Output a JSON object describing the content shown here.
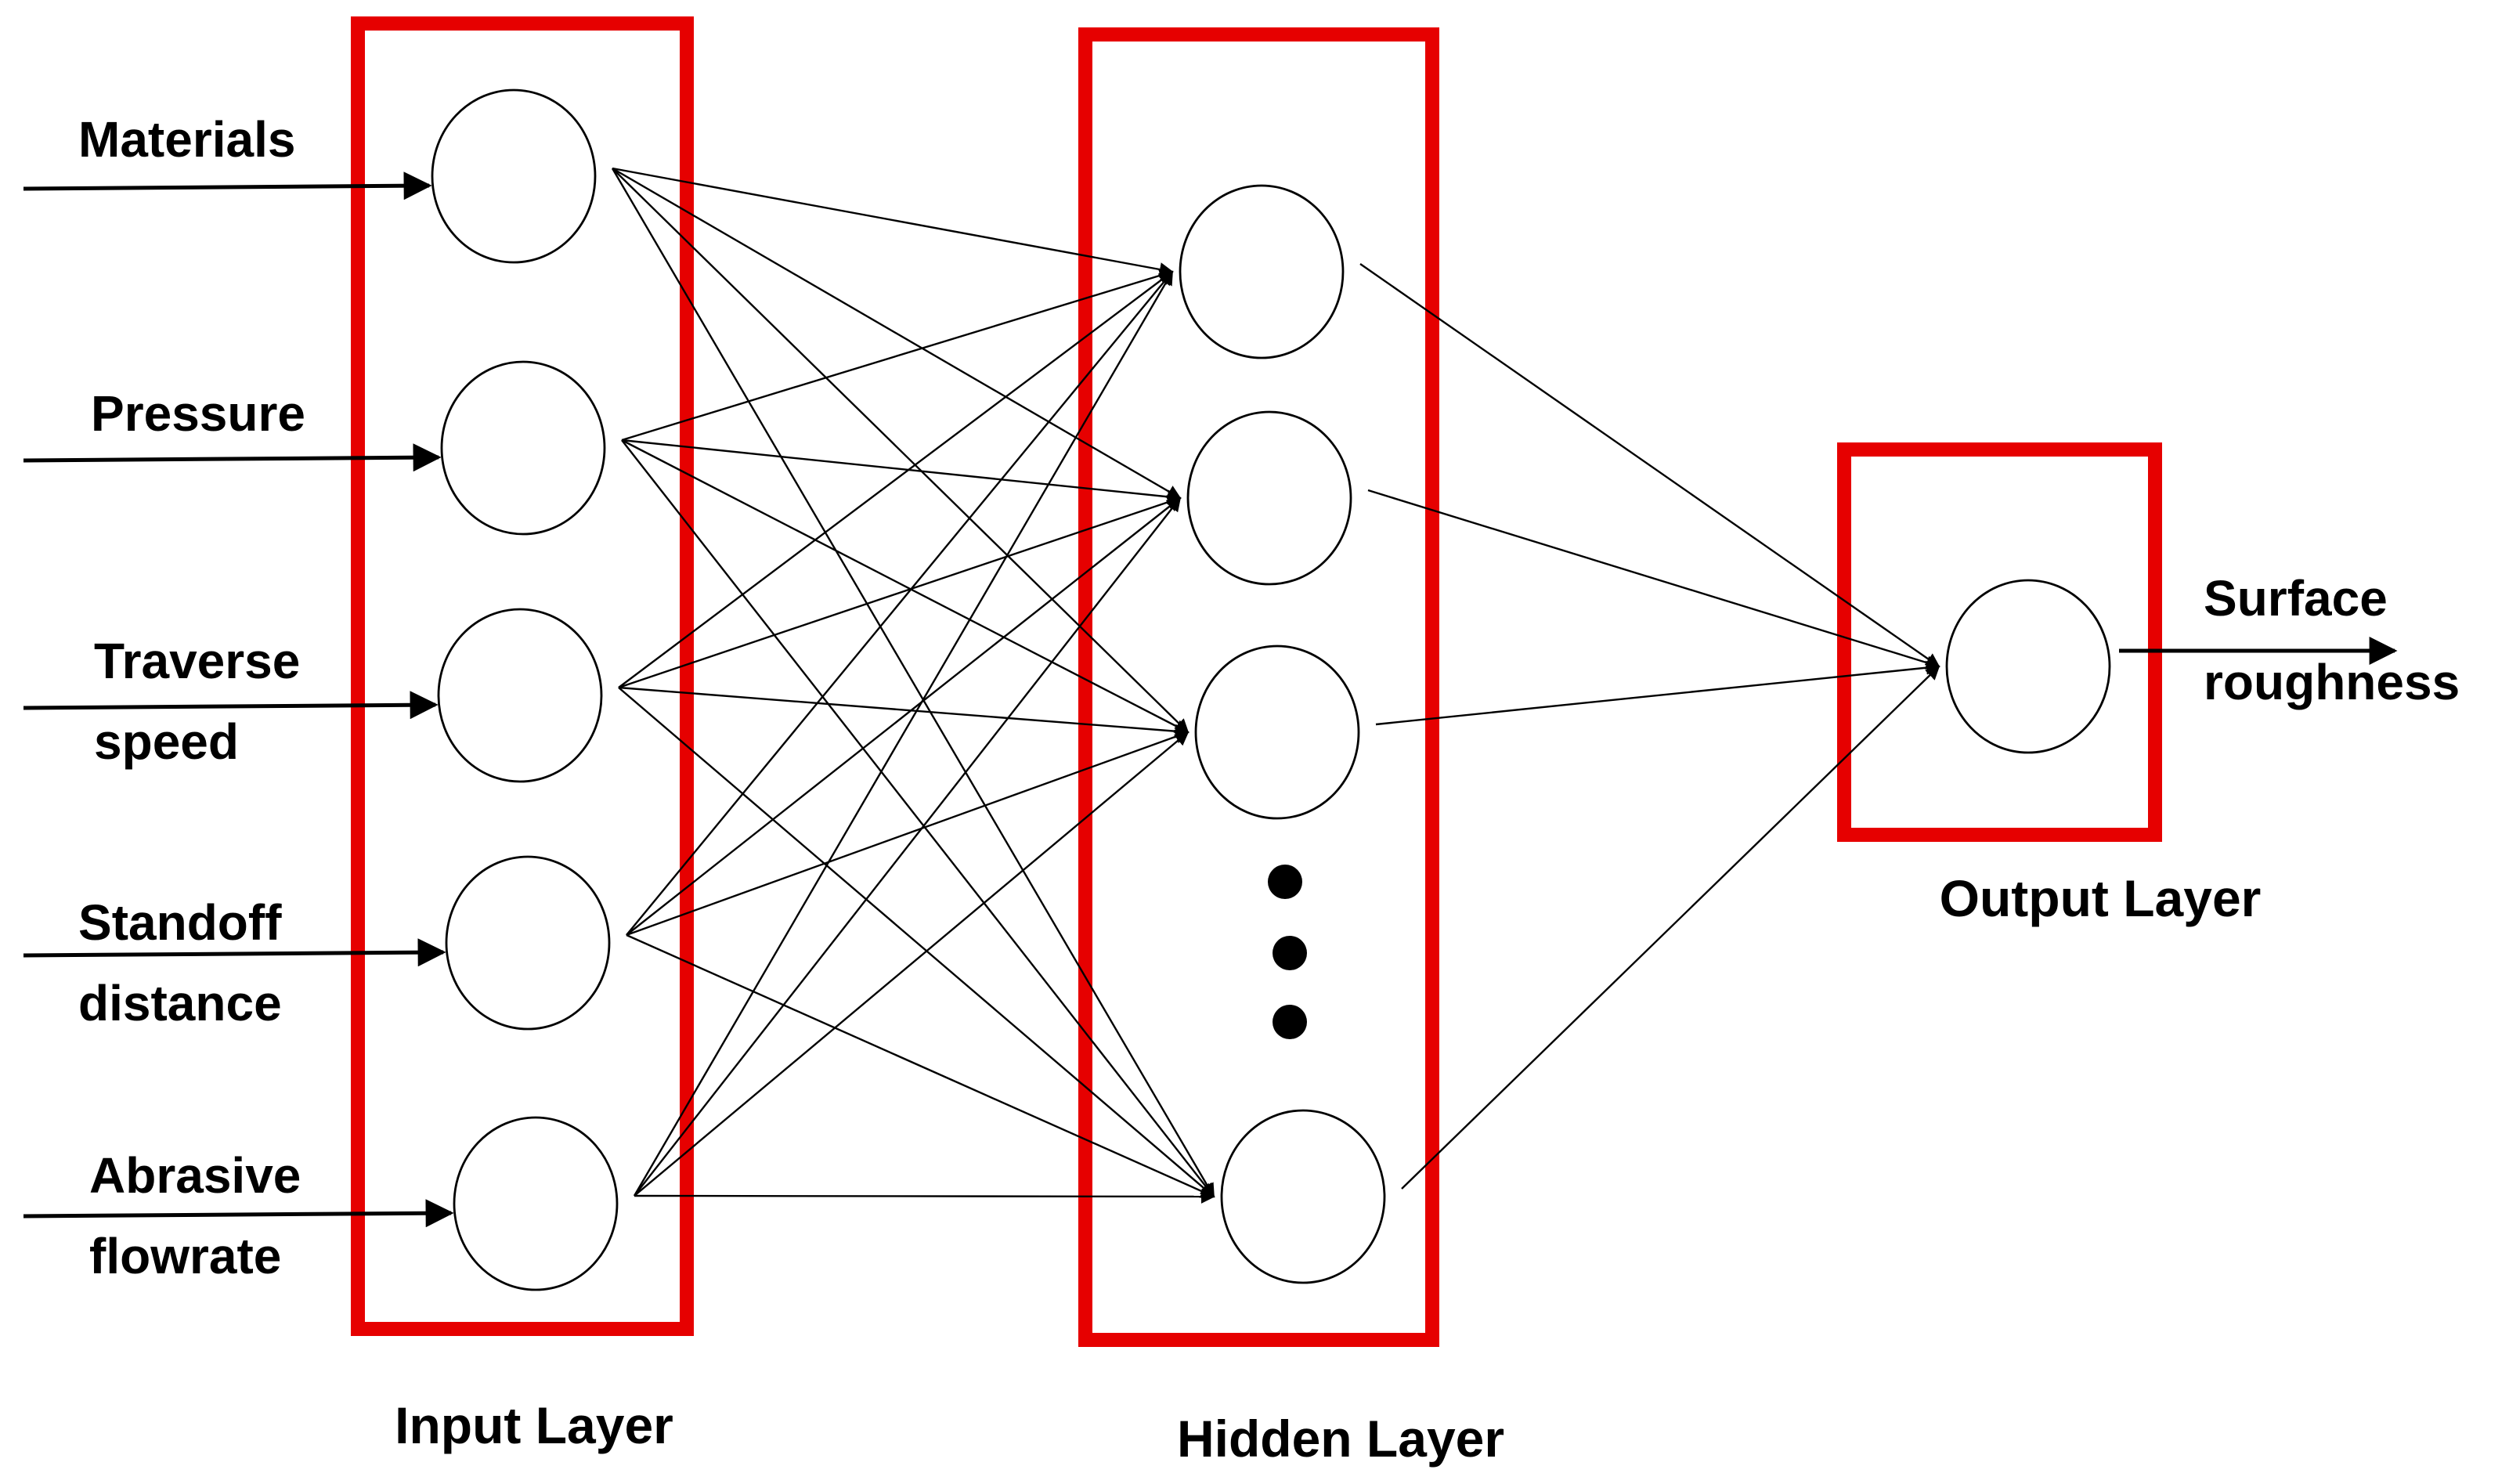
{
  "colors": {
    "layer_box": "#e60000",
    "line": "#000000",
    "node_fill": "#ffffff"
  },
  "inputs": [
    {
      "lines": [
        "Materials"
      ]
    },
    {
      "lines": [
        "Pressure"
      ]
    },
    {
      "lines": [
        "Traverse",
        "speed"
      ]
    },
    {
      "lines": [
        "Standoff",
        "distance"
      ]
    },
    {
      "lines": [
        "Abrasive",
        "flowrate"
      ]
    }
  ],
  "output": {
    "lines": [
      "Surface",
      "roughness"
    ]
  },
  "layers": {
    "input": "Input Layer",
    "hidden": "Hidden Layer",
    "output": "Output Layer"
  },
  "hidden_visible_nodes": 4,
  "hidden_ellipsis_dots": 3
}
